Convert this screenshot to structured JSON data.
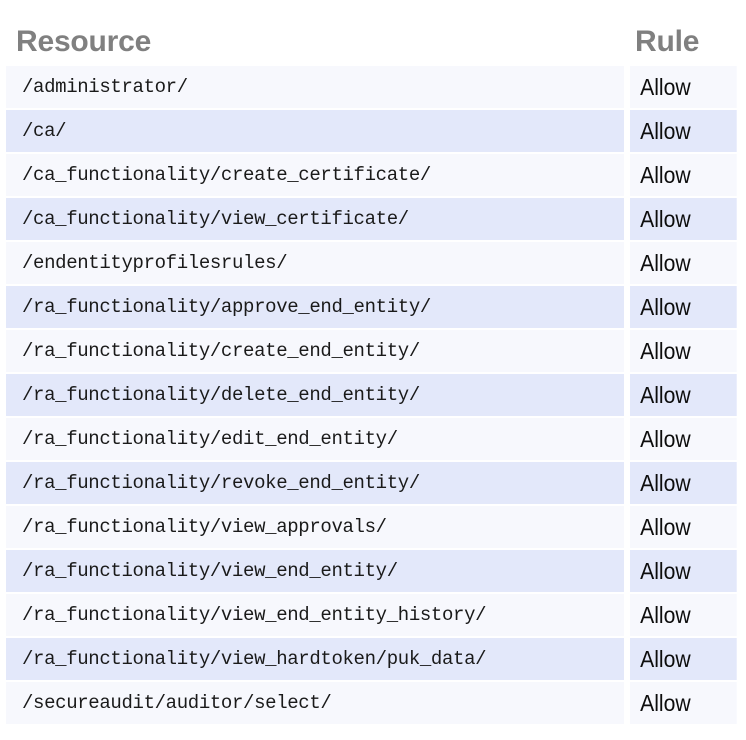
{
  "table": {
    "columns": [
      {
        "key": "resource",
        "label": "Resource"
      },
      {
        "key": "rule",
        "label": "Rule"
      }
    ],
    "colors": {
      "header_text": "#808080",
      "row_odd_bg": "#f7f8fd",
      "row_even_bg": "#e3e8fa",
      "resource_text": "#1a1a1a",
      "rule_text": "#0d0d0d",
      "page_bg": "#ffffff"
    },
    "row_count": 15,
    "rows": [
      {
        "resource": "/administrator/",
        "rule": "Allow"
      },
      {
        "resource": "/ca/",
        "rule": "Allow"
      },
      {
        "resource": "/ca_functionality/create_certificate/",
        "rule": "Allow"
      },
      {
        "resource": "/ca_functionality/view_certificate/",
        "rule": "Allow"
      },
      {
        "resource": "/endentityprofilesrules/",
        "rule": "Allow"
      },
      {
        "resource": "/ra_functionality/approve_end_entity/",
        "rule": "Allow"
      },
      {
        "resource": "/ra_functionality/create_end_entity/",
        "rule": "Allow"
      },
      {
        "resource": "/ra_functionality/delete_end_entity/",
        "rule": "Allow"
      },
      {
        "resource": "/ra_functionality/edit_end_entity/",
        "rule": "Allow"
      },
      {
        "resource": "/ra_functionality/revoke_end_entity/",
        "rule": "Allow"
      },
      {
        "resource": "/ra_functionality/view_approvals/",
        "rule": "Allow"
      },
      {
        "resource": "/ra_functionality/view_end_entity/",
        "rule": "Allow"
      },
      {
        "resource": "/ra_functionality/view_end_entity_history/",
        "rule": "Allow"
      },
      {
        "resource": "/ra_functionality/view_hardtoken/puk_data/",
        "rule": "Allow"
      },
      {
        "resource": "/secureaudit/auditor/select/",
        "rule": "Allow"
      }
    ]
  }
}
